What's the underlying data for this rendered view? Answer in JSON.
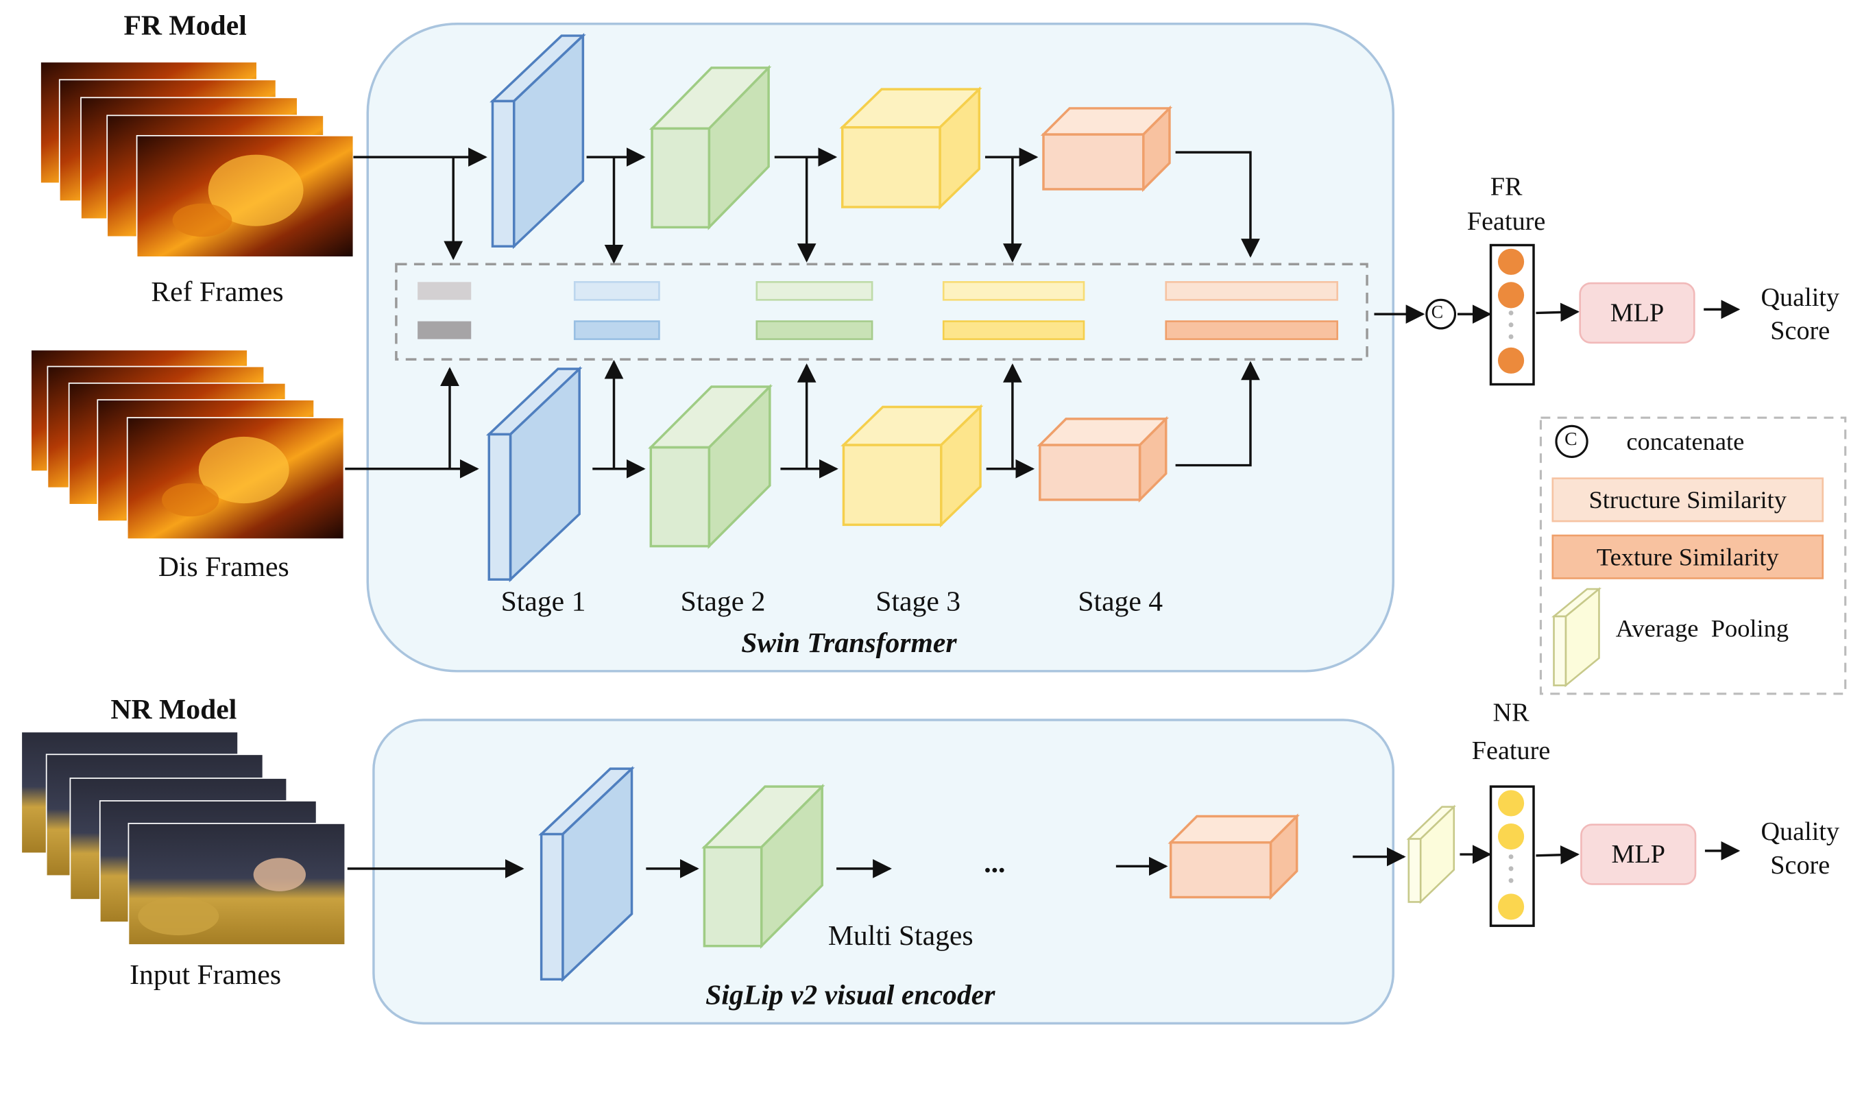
{
  "fr_model": {
    "title": "FR Model",
    "ref_label": "Ref Frames",
    "dis_label": "Dis Frames",
    "encoder_title": "Swin Transformer",
    "stages": [
      "Stage 1",
      "Stage 2",
      "Stage 3",
      "Stage 4"
    ],
    "feature_label_line1": "FR",
    "feature_label_line2": "Feature",
    "mlp_label": "MLP",
    "score_line1": "Quality",
    "score_line2": "Score",
    "concat_symbol": "C"
  },
  "nr_model": {
    "title": "NR Model",
    "input_label": "Input Frames",
    "encoder_title": "SigLip v2 visual encoder",
    "multi_stages_label": "Multi Stages",
    "ellipsis": "...",
    "feature_label_line1": "NR",
    "feature_label_line2": "Feature",
    "mlp_label": "MLP",
    "score_line1": "Quality",
    "score_line2": "Score"
  },
  "legend": {
    "concat_symbol": "C",
    "concat_label": "concatenate",
    "structure_label": "Structure Similarity",
    "texture_label": "Texture Similarity",
    "pooling_label": "Average  Pooling"
  },
  "colors": {
    "panel_fill": "#eef7fb",
    "panel_stroke": "#a9c4de",
    "stage1": "#bcd6ee",
    "stage2": "#dcecd2",
    "stage3": "#fdeeb0",
    "stage4": "#fad9c6",
    "fr_dot": "#ec8a3c",
    "nr_dot": "#fbd64f",
    "mlp_fill": "#f9dcdc",
    "structure": "#fbe3d3",
    "texture": "#f8c7a5"
  }
}
